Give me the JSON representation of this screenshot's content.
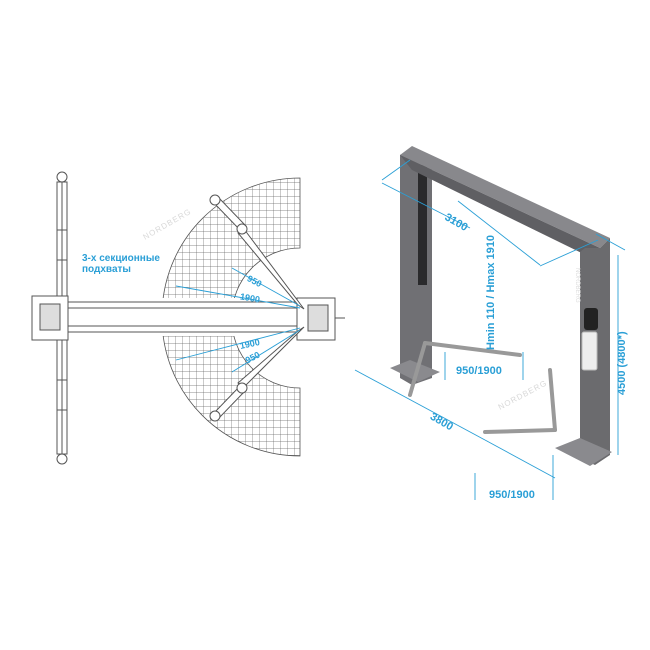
{
  "top_view": {
    "arms_label_line1": "3-х секционные",
    "arms_label_line2": "подхваты",
    "dim_short_upper": "950",
    "dim_long_upper": "1900",
    "dim_long_lower": "1900",
    "dim_short_lower": "950",
    "watermark": "NORDBERG"
  },
  "iso_view": {
    "width_dim": "3100",
    "height_range": "Hmin 110 / Hmax 1910",
    "arm_reach_upper": "950/1900",
    "overall_length": "3800",
    "arm_reach_lower": "950/1900",
    "overall_height": "4500 (4800*)",
    "brand_on_post": "NORDBERG",
    "watermark": "NORDBERG"
  },
  "colors": {
    "dimension": "#2a9fd6",
    "post": "#6b6b6e",
    "line": "#555555"
  }
}
